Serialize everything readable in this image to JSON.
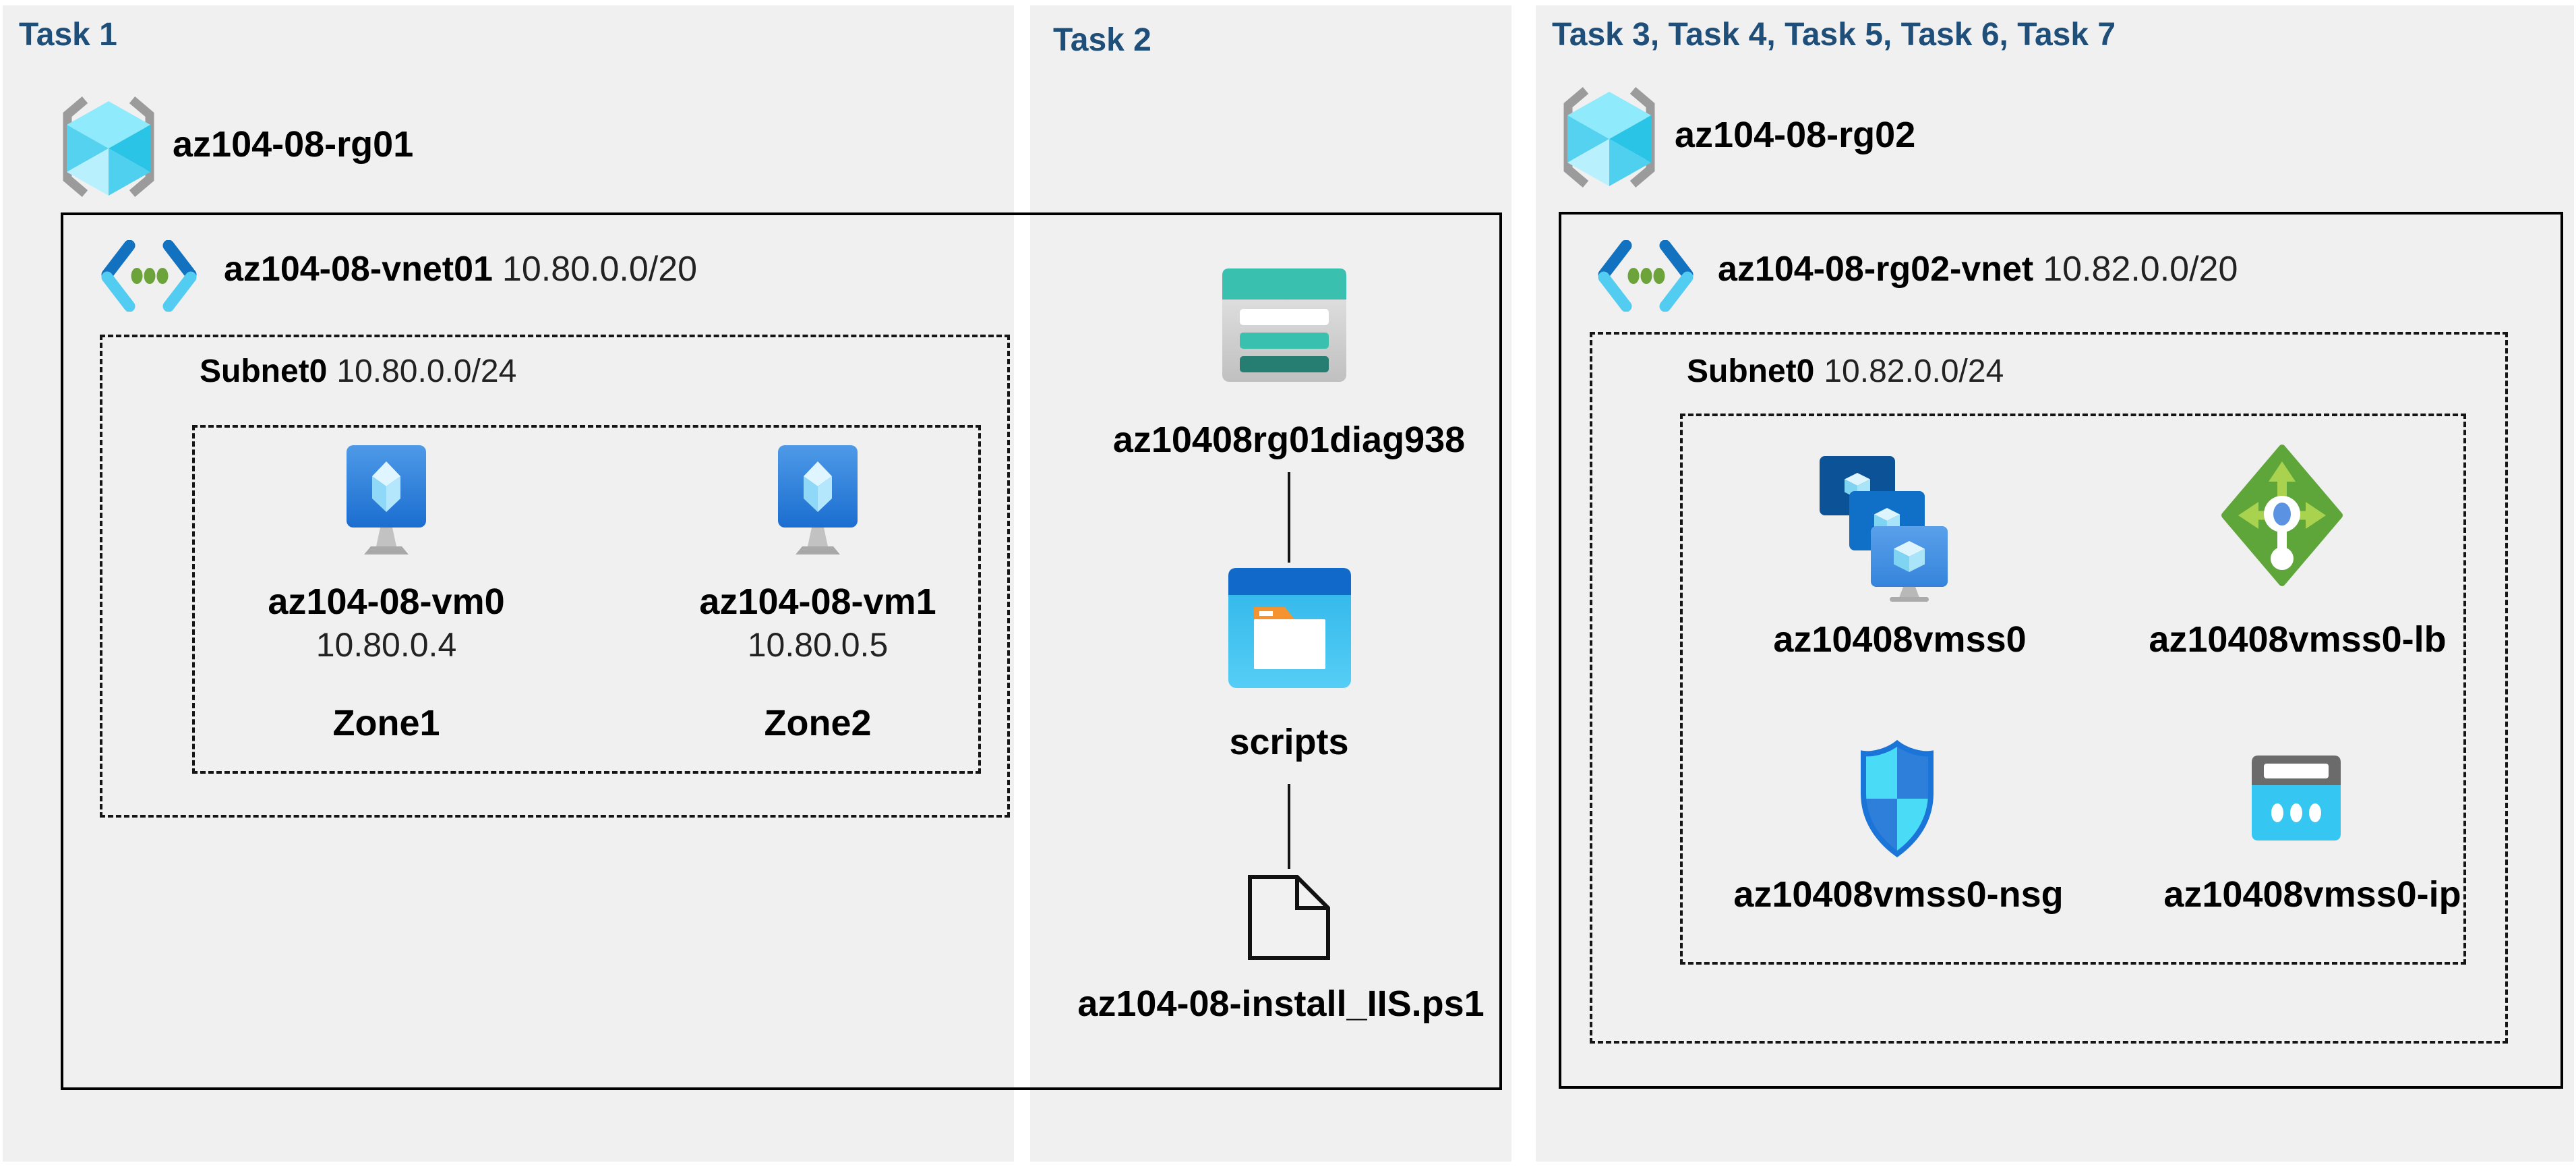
{
  "colors": {
    "header_blue": "#1F4E79",
    "panel_gray": "#F0F0F1",
    "border_black": "#000000",
    "storage_teal": "#3AC0AE",
    "storage_teal_dark": "#267D72",
    "folder_header_blue": "#1169C9",
    "folder_body_cyan": "#38C2F0",
    "folder_tab_orange": "#F59331",
    "vnet_chevron_blue": "#1272C0",
    "vnet_chevron_cyan": "#53CCF2",
    "vnet_dot_green": "#6CA33A",
    "lb_green": "#5FA63A",
    "lb_arrow_green": "#A9D34F",
    "nsg_cyan": "#4ADCF6",
    "nsg_blue": "#2E7FD9",
    "ip_body_cyan": "#35C6F2",
    "bracket_gray": "#9B9B9B"
  },
  "task1": {
    "header": "Task 1",
    "resource_group": "az104-08-rg01",
    "vnet": {
      "name": "az104-08-vnet01",
      "cidr": "10.80.0.0/20"
    },
    "subnet": {
      "name": "Subnet0",
      "cidr": "10.80.0.0/24"
    },
    "vms": [
      {
        "name": "az104-08-vm0",
        "ip": "10.80.0.4",
        "zone": "Zone1"
      },
      {
        "name": "az104-08-vm1",
        "ip": "10.80.0.5",
        "zone": "Zone2"
      }
    ]
  },
  "task2": {
    "header": "Task 2",
    "storage_account": "az10408rg01diag938",
    "container": "scripts",
    "script_file": "az104-08-install_IIS.ps1"
  },
  "task3": {
    "header": "Task 3, Task 4, Task 5, Task 6, Task 7",
    "resource_group": "az104-08-rg02",
    "vnet": {
      "name": "az104-08-rg02-vnet",
      "cidr": "10.82.0.0/20"
    },
    "subnet": {
      "name": "Subnet0",
      "cidr": "10.82.0.0/24"
    },
    "vmss": "az10408vmss0",
    "load_balancer": "az10408vmss0-lb",
    "nsg": "az10408vmss0-nsg",
    "public_ip": "az10408vmss0-ip"
  }
}
